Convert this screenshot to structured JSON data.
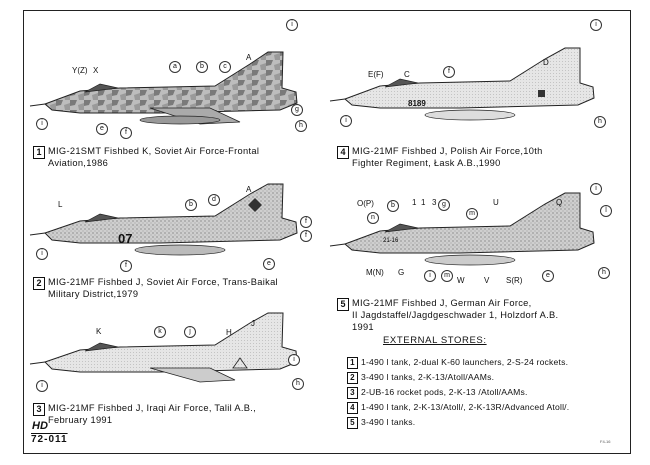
{
  "profiles": [
    {
      "num": "1",
      "lines": [
        "MIG-21SMT Fishbed K, Soviet Air Force-Frontal",
        "Aviation,1986"
      ]
    },
    {
      "num": "2",
      "lines": [
        "MIG-21MF Fishbed J, Soviet Air Force, Trans-Baikal",
        "Military District,1979"
      ]
    },
    {
      "num": "3",
      "lines": [
        "MIG-21MF Fishbed J, Iraqi Air Force, Talil A.B.,",
        "February 1991"
      ]
    },
    {
      "num": "4",
      "lines": [
        "MIG-21MF Fishbed J, Polish Air Force,10th",
        "Fighter Regiment, Łask A.B.,1990"
      ]
    },
    {
      "num": "5",
      "lines": [
        "MIG-21MF Fishbed J, German Air Force,",
        "II Jagdstaffel/Jagdgeschwader 1, Holzdorf A.B.",
        "1991"
      ]
    }
  ],
  "stores": {
    "title": "EXTERNAL STORES:",
    "items": [
      {
        "num": "1",
        "text": "1-490 l tank, 2-dual K-60 launchers, 2-S-24 rockets."
      },
      {
        "num": "2",
        "text": "3-490 l tanks, 2-K-13/Atoll/AAMs."
      },
      {
        "num": "3",
        "text": "2-UB-16 rocket pods, 2-K-13 /Atoll/AAMs."
      },
      {
        "num": "4",
        "text": "1-490 l tank, 2-K-13/Atoll/, 2-K-13R/Advanced Atoll/."
      },
      {
        "num": "5",
        "text": "3-490 l tanks."
      }
    ]
  },
  "callouts": {
    "p1": [
      "Y(Z)",
      "X",
      "A",
      "a",
      "b",
      "c",
      "i",
      "i",
      "e",
      "f",
      "g",
      "h"
    ],
    "p2": [
      "L",
      "07",
      "A",
      "d",
      "b",
      "f",
      "f",
      "i",
      "f",
      "e"
    ],
    "p3": [
      "K",
      "k",
      "j",
      "H",
      "J",
      "i",
      "i",
      "h"
    ],
    "p4": [
      "E(F)",
      "C",
      "D",
      "f",
      "i",
      "i",
      "h",
      "8189"
    ],
    "p5": [
      "O(P)",
      "b",
      "1",
      "3",
      "g",
      "m",
      "U",
      "Q",
      "l",
      "i",
      "n",
      "M(N)",
      "G",
      "W",
      "V",
      "S(R)",
      "e",
      "i",
      "m",
      "h",
      "1",
      "21-16"
    ]
  },
  "kit_code": "72-011",
  "logo_text": "HD",
  "corner_note": "F4-16"
}
